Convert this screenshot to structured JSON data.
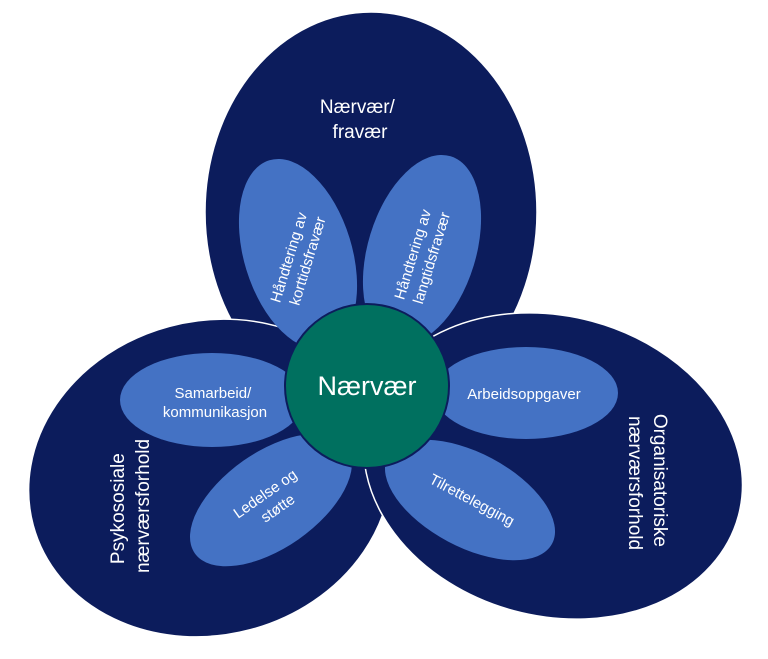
{
  "center": {
    "label": "Nærvær"
  },
  "groups": {
    "top": {
      "lines": [
        "Nærvær/",
        "fravær"
      ]
    },
    "left": {
      "lines": [
        "Psykososiale",
        "nærværsforhold"
      ]
    },
    "right": {
      "lines": [
        "Organisatoriske",
        "nærværsforhold"
      ]
    }
  },
  "petals": {
    "korttid": {
      "lines": [
        "Håndtering av",
        "korttidsfravær"
      ]
    },
    "langtid": {
      "lines": [
        "Håndtering av",
        "langtidsfravær"
      ]
    },
    "samarbeid": {
      "lines": [
        "Samarbeid/",
        "kommunikasjon"
      ]
    },
    "ledelse": {
      "lines": [
        "Ledelse og",
        "støtte"
      ]
    },
    "arbeid": {
      "lines": [
        "Arbeidsoppgaver"
      ]
    },
    "tilrette": {
      "lines": [
        "Tilrettelegging"
      ]
    }
  },
  "colors": {
    "outer": "#0c1c5c",
    "outer_stroke": "#ffffff",
    "petal": "#4472c4",
    "center": "#00705f"
  }
}
